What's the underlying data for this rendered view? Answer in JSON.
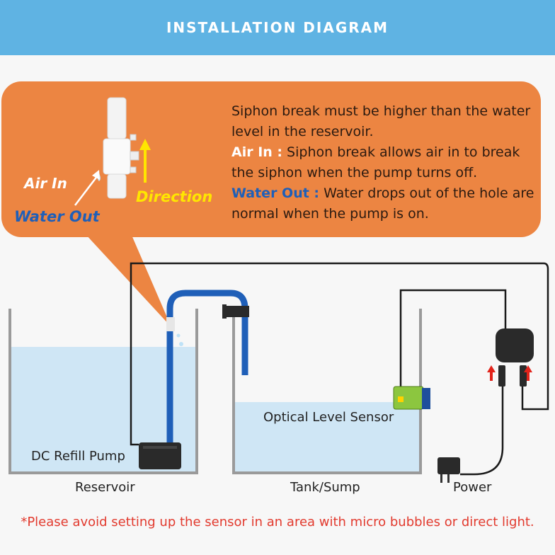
{
  "header": {
    "title": "INSTALLATION DIAGRAM"
  },
  "callout": {
    "line1": "Siphon break must be higher than the water level in the reservoir.",
    "air_in_key": "Air In :",
    "air_in_text": " Siphon break allows air in to break the siphon when the pump turns off.",
    "water_out_key": "Water Out :",
    "water_out_text": " Water drops out of the hole are normal when the pump is on.",
    "label_air_in": "Air In",
    "label_water_out": "Water Out",
    "label_direction": "Direction"
  },
  "labels": {
    "pump": "DC Refill Pump",
    "reservoir": "Reservoir",
    "sensor": "Optical Level Sensor",
    "tank": "Tank/Sump",
    "power": "Power"
  },
  "footnote": "*Please avoid setting up the sensor in an area with micro bubbles or direct light.",
  "colors": {
    "header_bg": "#5fb3e3",
    "callout_bg": "#ec8542",
    "water": "#cfe6f5",
    "hose": "#1f5fb8",
    "warning": "#e23a2e",
    "arrow_yellow": "#ffe600",
    "arrow_red": "#e2231a"
  }
}
